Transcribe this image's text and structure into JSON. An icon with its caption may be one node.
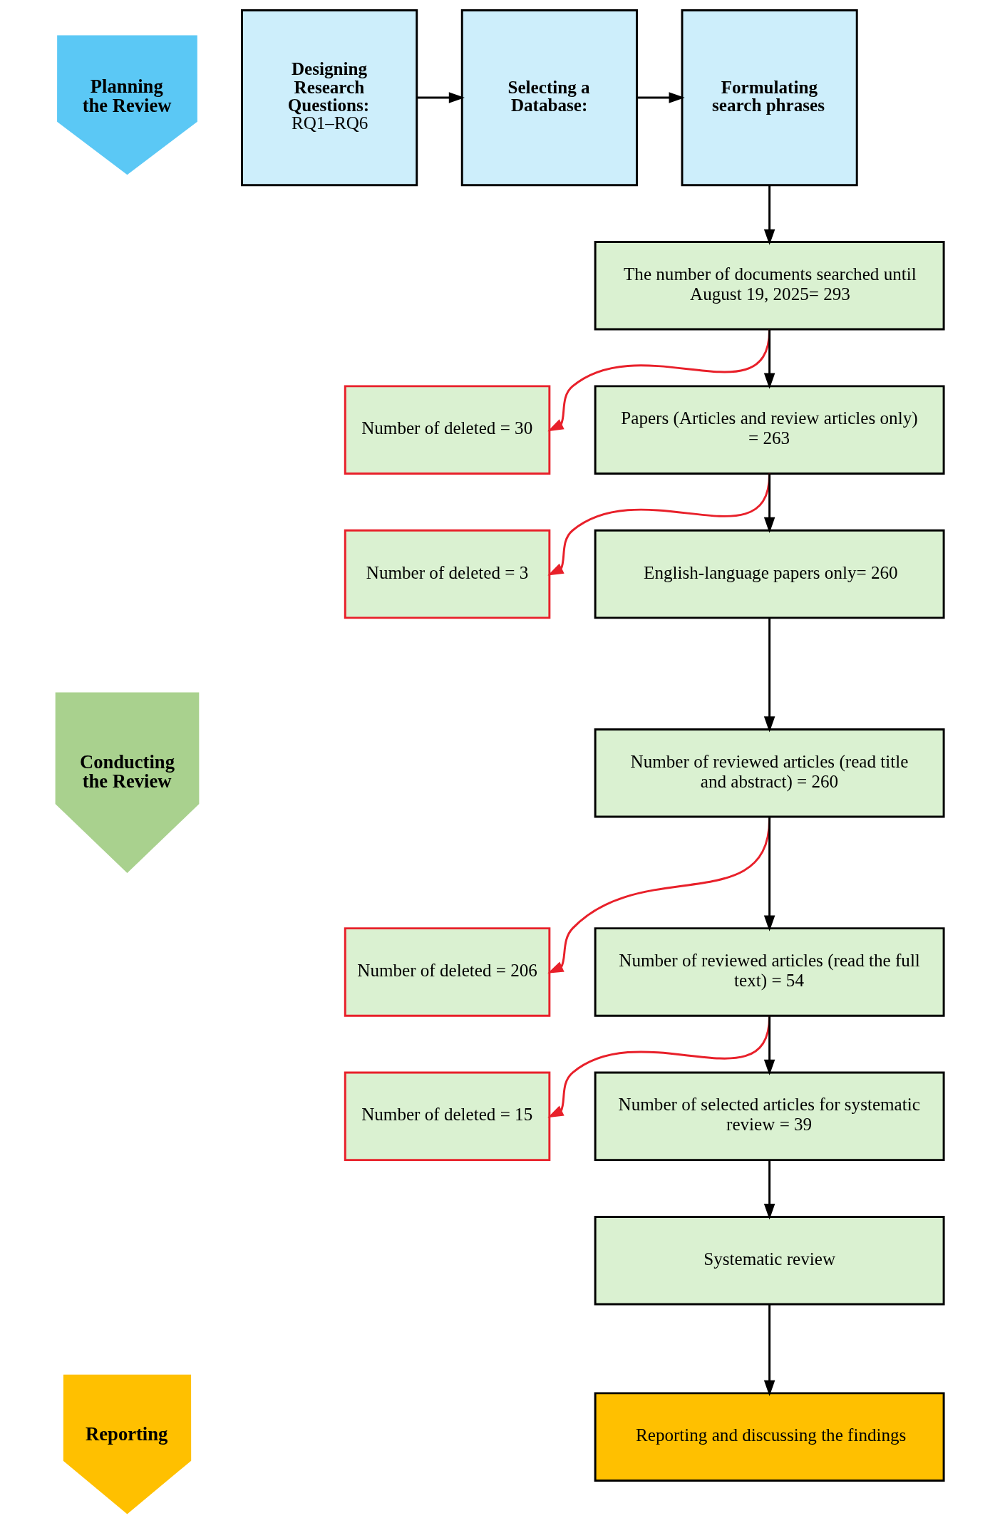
{
  "diagram": {
    "nodes": [
      {
        "text": [
          "Planning the Review"
        ]
      },
      {
        "text": [
          "Conducting the Review"
        ]
      },
      {
        "text": [
          "Reporting"
        ]
      },
      {
        "text": [
          "Designing Research Questions:",
          "RQ1–RQ6"
        ]
      },
      {
        "text": [
          "Selecting a Database:"
        ]
      },
      {
        "text": [
          "Formulating search phrases"
        ]
      },
      {
        "text": [
          "The number of documents searched until August 19, 2025= 293"
        ]
      },
      {
        "text": [
          "Number of deleted = 30"
        ]
      },
      {
        "text": [
          "Papers (Articles and review articles only) = 263"
        ]
      },
      {
        "text": [
          "Number of deleted = 3"
        ]
      },
      {
        "text": [
          "English-language papers only= 260"
        ]
      },
      {
        "text": [
          "Number of reviewed articles (read title and abstract) = 260"
        ]
      },
      {
        "text": [
          "Number of deleted = 206"
        ]
      },
      {
        "text": [
          "Number of reviewed articles (read the full text) = 54"
        ]
      },
      {
        "text": [
          "Number of deleted = 15"
        ]
      },
      {
        "text": [
          "Number of selected articles for systematic review = 39"
        ]
      },
      {
        "text": [
          "Systematic review"
        ]
      },
      {
        "text": [
          "Reporting and discussing the findings"
        ]
      }
    ],
    "edges": [
      {
        "from": 3,
        "to": 4,
        "arrow": "to"
      },
      {
        "from": 4,
        "to": 5,
        "arrow": "to"
      },
      {
        "from": 5,
        "to": 6,
        "arrow": "to"
      },
      {
        "from": 6,
        "to": 7,
        "arrow": "to",
        "color": "#e8202a"
      },
      {
        "from": 6,
        "to": 8,
        "arrow": "to"
      },
      {
        "from": 8,
        "to": 9,
        "arrow": "to",
        "color": "#e8202a"
      },
      {
        "from": 8,
        "to": 10,
        "arrow": "to"
      },
      {
        "from": 10,
        "to": 11,
        "arrow": "to"
      },
      {
        "from": 11,
        "to": 12,
        "arrow": "to",
        "color": "#e8202a"
      },
      {
        "from": 11,
        "to": 13,
        "arrow": "to"
      },
      {
        "from": 13,
        "to": 14,
        "arrow": "to",
        "color": "#e8202a"
      },
      {
        "from": 13,
        "to": 15,
        "arrow": "to"
      },
      {
        "from": 15,
        "to": 16,
        "arrow": "to"
      },
      {
        "from": 16,
        "to": 17,
        "arrow": "to"
      }
    ]
  }
}
